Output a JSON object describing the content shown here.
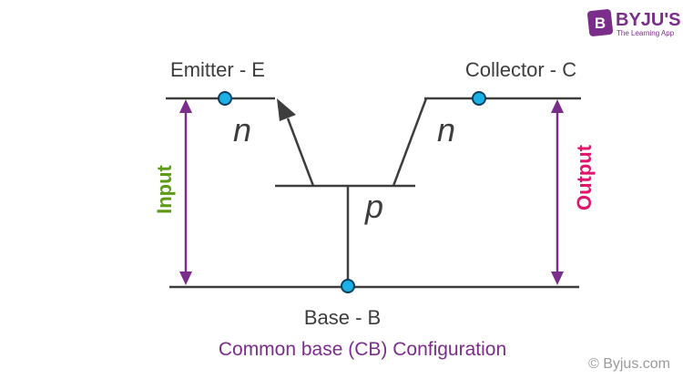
{
  "brand": {
    "logo_letter": "B",
    "name": "BYJU'S",
    "tagline": "The Learning App",
    "color": "#7b2d8b"
  },
  "labels": {
    "emitter": "Emitter - E",
    "collector": "Collector - C",
    "base": "Base - B",
    "emitter_region": "n",
    "collector_region": "n",
    "base_region": "p",
    "input": "Input",
    "output": "Output"
  },
  "caption": "Common base (CB) Configuration",
  "copyright": "© Byjus.com",
  "colors": {
    "wire": "#3d3d3d",
    "arrow": "#7b2d8b",
    "node_fill": "#1ab2e6",
    "node_stroke": "#0c3f5a",
    "input_text": "#5e9a16",
    "output_text": "#e0156b",
    "caption_text": "#7b2d8b",
    "text": "#3d3d3d",
    "copyright_text": "#9a9a9a"
  },
  "icons": {
    "node": "circle-dot",
    "emitter_arrow": "filled-triangle-arrow"
  }
}
